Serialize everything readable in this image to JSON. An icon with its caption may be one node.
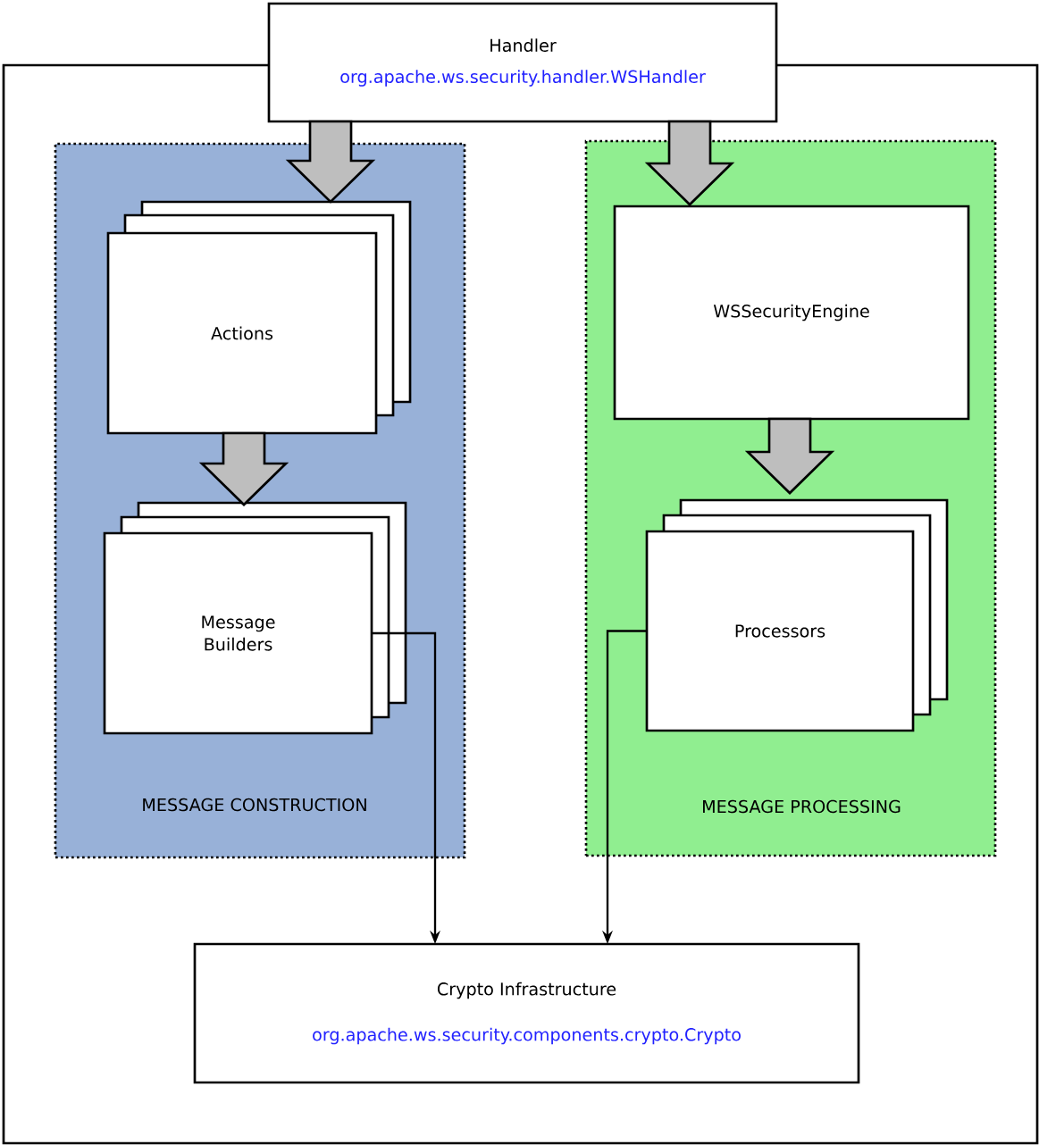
{
  "diagram": {
    "nodes": [
      {
        "text": [],
        "shape": "box"
      },
      {
        "text": [
          "Handler",
          "org.apache.ws.security.handler.WSHandler"
        ]
      },
      {
        "text": [
          "MESSAGE CONSTRUCTION"
        ],
        "in": 0
      },
      {
        "text": [
          "Actions"
        ],
        "in": 2
      },
      {
        "text": [
          "Message Builders"
        ],
        "in": 2
      },
      {
        "text": [
          "MESSAGE PROCESSING"
        ],
        "in": 0
      },
      {
        "text": [
          "WSSecurityEngine"
        ],
        "in": 5
      },
      {
        "text": [
          "Processors"
        ],
        "in": 5
      },
      {
        "text": [
          "Crypto Infrastructure",
          "org.apache.ws.security.components.crypto.Crypto"
        ],
        "in": 0
      }
    ],
    "edges": [
      {
        "from": 1,
        "to": 3,
        "arrow": "to",
        "style": "thick"
      },
      {
        "from": 1,
        "to": 6,
        "arrow": "to",
        "style": "thick"
      },
      {
        "from": 3,
        "to": 4,
        "arrow": "to",
        "style": "thick"
      },
      {
        "from": 6,
        "to": 7,
        "arrow": "to",
        "style": "thick"
      },
      {
        "from": 4,
        "to": 8,
        "arrow": "to"
      },
      {
        "from": 7,
        "to": 8,
        "arrow": "to"
      }
    ]
  }
}
